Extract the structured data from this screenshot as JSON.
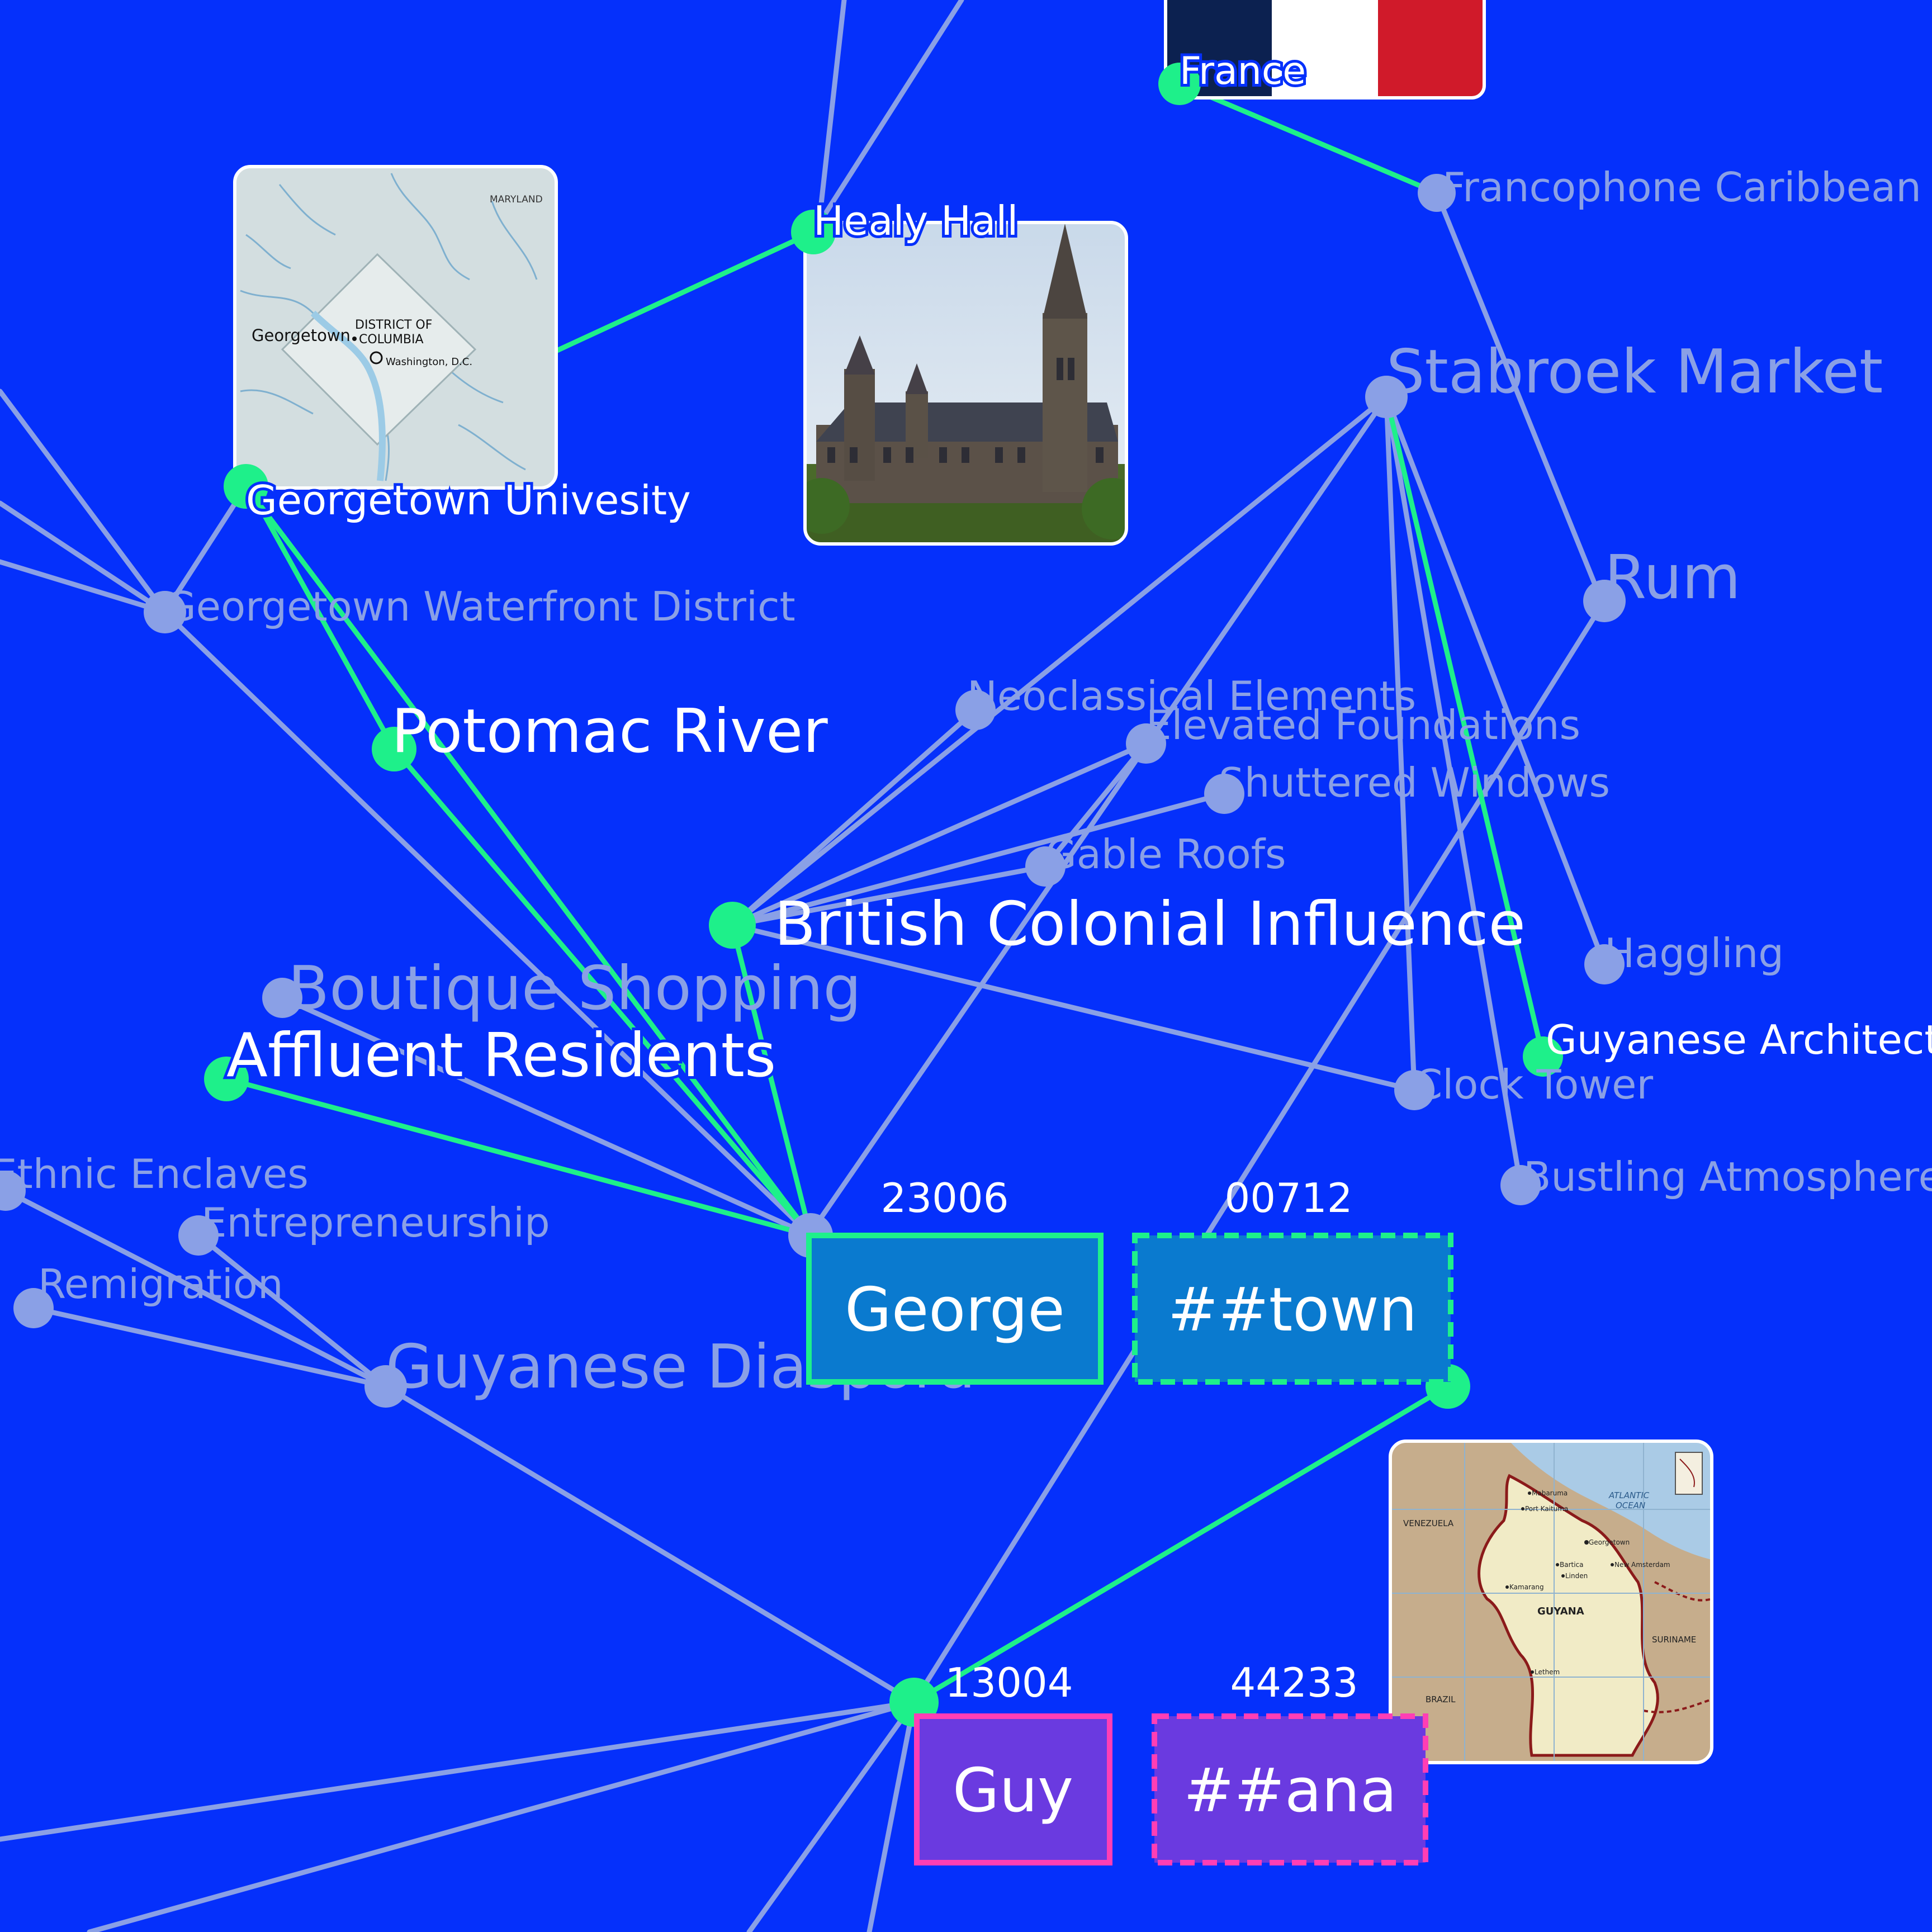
{
  "colors": {
    "background": "#0530fb",
    "dim": "#8aa0e6",
    "highlight": "#1ef08a",
    "token_george_fill": "#0a7acf",
    "token_guy_fill": "#6a3ae0",
    "token_guy_border": "#ff3eb5"
  },
  "nodes": {
    "france": "France",
    "francophone_caribbean": "Francophone Caribbean",
    "healy_hall": "Healy Hall",
    "stabroek_market": "Stabroek Market",
    "georgetown_university": "Georgetown Univesity",
    "rum": "Rum",
    "georgetown_waterfront": "Georgetown Waterfront District",
    "neoclassical_elements": "Neoclassical Elements",
    "elevated_foundations": "Elevated Foundations",
    "potomac_river": "Potomac River",
    "shuttered_windows": "Shuttered Windows",
    "gable_roofs": "Gable Roofs",
    "british_colonial_influence": "British Colonial Influence",
    "haggling": "Haggling",
    "boutique_shopping": "Boutique Shopping",
    "guyanese_architecture": "Guyanese Architecture",
    "affluent_residents": "Affluent Residents",
    "clock_tower": "Clock Tower",
    "ethnic_enclaves": "Ethnic Enclaves",
    "bustling_atmosphere": "Bustling Atmosphere",
    "entrepreneurship": "Entrepreneurship",
    "remigration": "Remigration",
    "guyanese_diaspora": "Guyanese Diaspora"
  },
  "tokens": {
    "george": {
      "text": "George",
      "id": "23006"
    },
    "town": {
      "text": "##town",
      "id": "00712"
    },
    "guy": {
      "text": "Guy",
      "id": "13004"
    },
    "ana": {
      "text": "##ana",
      "id": "44233"
    }
  },
  "images": {
    "dc_map": {
      "maryland": "MARYLAND",
      "georgetown": "Georgetown",
      "district_line1": "DISTRICT OF",
      "district_line2": "COLUMBIA",
      "washington": "Washington, D.C."
    },
    "guyana_map": {
      "atlantic1": "ATLANTIC",
      "atlantic2": "OCEAN",
      "venezuela": "VENEZUELA",
      "guyana": "GUYANA",
      "suriname": "SURINAME",
      "brazil": "BRAZIL",
      "georgetown": "Georgetown",
      "mabaruma": "Mabaruma",
      "port_kaituma": "Port Kaituma",
      "bartica": "Bartica",
      "linden": "Linden",
      "lethem": "Lethem",
      "new_amsterdam": "New Amsterdam",
      "kamarang": "Kamarang"
    },
    "healy_hall_photo": "photo-icon",
    "france_flag": "flag-icon"
  }
}
